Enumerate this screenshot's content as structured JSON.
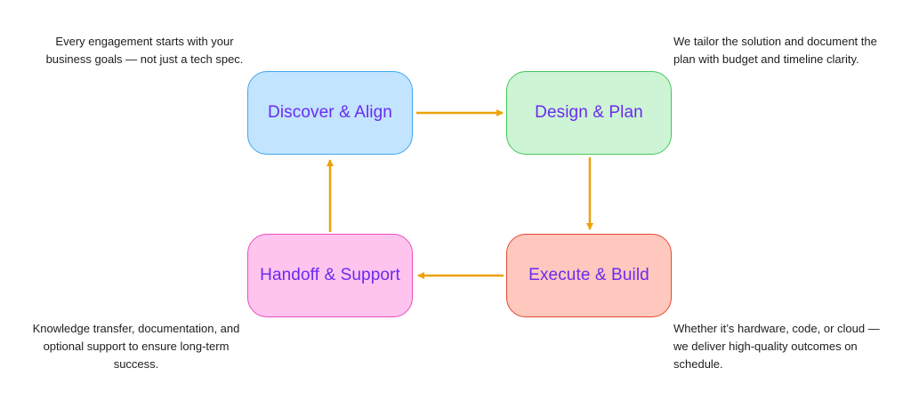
{
  "nodes": {
    "discover": {
      "label": "Discover & Align"
    },
    "design": {
      "label": "Design & Plan"
    },
    "execute": {
      "label": "Execute & Build"
    },
    "handoff": {
      "label": "Handoff & Support"
    }
  },
  "notes": {
    "discover": "Every engagement starts with your business goals — not just a tech spec.",
    "design": "We tailor the solution and document the plan with budget and timeline clarity.",
    "execute": "Whether it’s hardware, code, or cloud — we deliver high-quality outcomes on schedule.",
    "handoff": "Knowledge transfer, documentation, and optional support to ensure long-term success."
  },
  "colors": {
    "label_text": "#6a2bf0",
    "arrow": "#eca20a",
    "discover_fill": "#c2e4ff",
    "design_fill": "#cdf4d5",
    "execute_fill": "#ffc8be",
    "handoff_fill": "#ffc4ee"
  },
  "edges": [
    {
      "from": "discover",
      "to": "design"
    },
    {
      "from": "design",
      "to": "execute"
    },
    {
      "from": "execute",
      "to": "handoff"
    },
    {
      "from": "handoff",
      "to": "discover"
    }
  ]
}
